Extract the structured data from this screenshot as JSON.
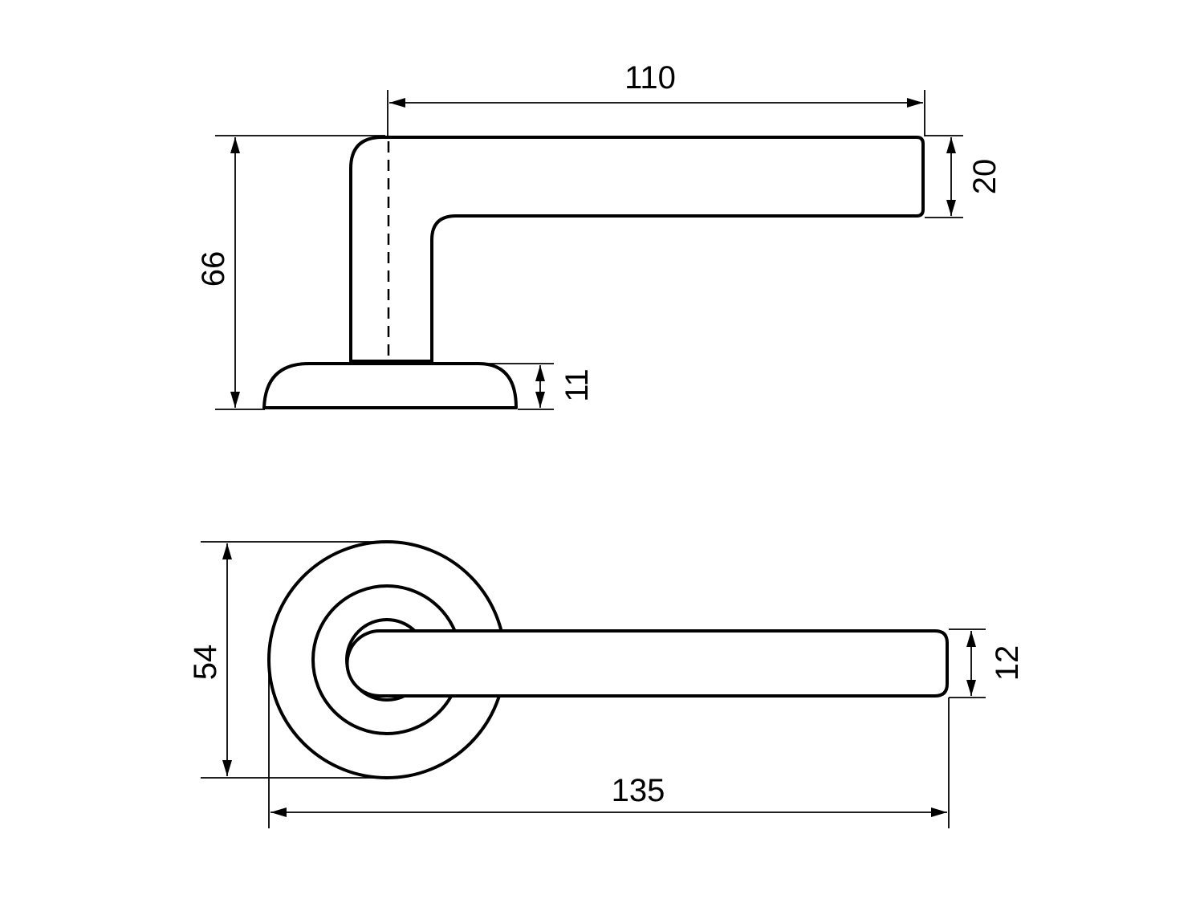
{
  "drawing": {
    "colors": {
      "line": "#000000",
      "background": "#ffffff"
    },
    "side_view": {
      "dimensions": {
        "handle_length": "110",
        "total_height": "66",
        "lever_thickness": "20",
        "rose_height": "11"
      }
    },
    "top_view": {
      "dimensions": {
        "total_length": "135",
        "rose_diameter": "54",
        "lever_width": "12"
      }
    }
  }
}
